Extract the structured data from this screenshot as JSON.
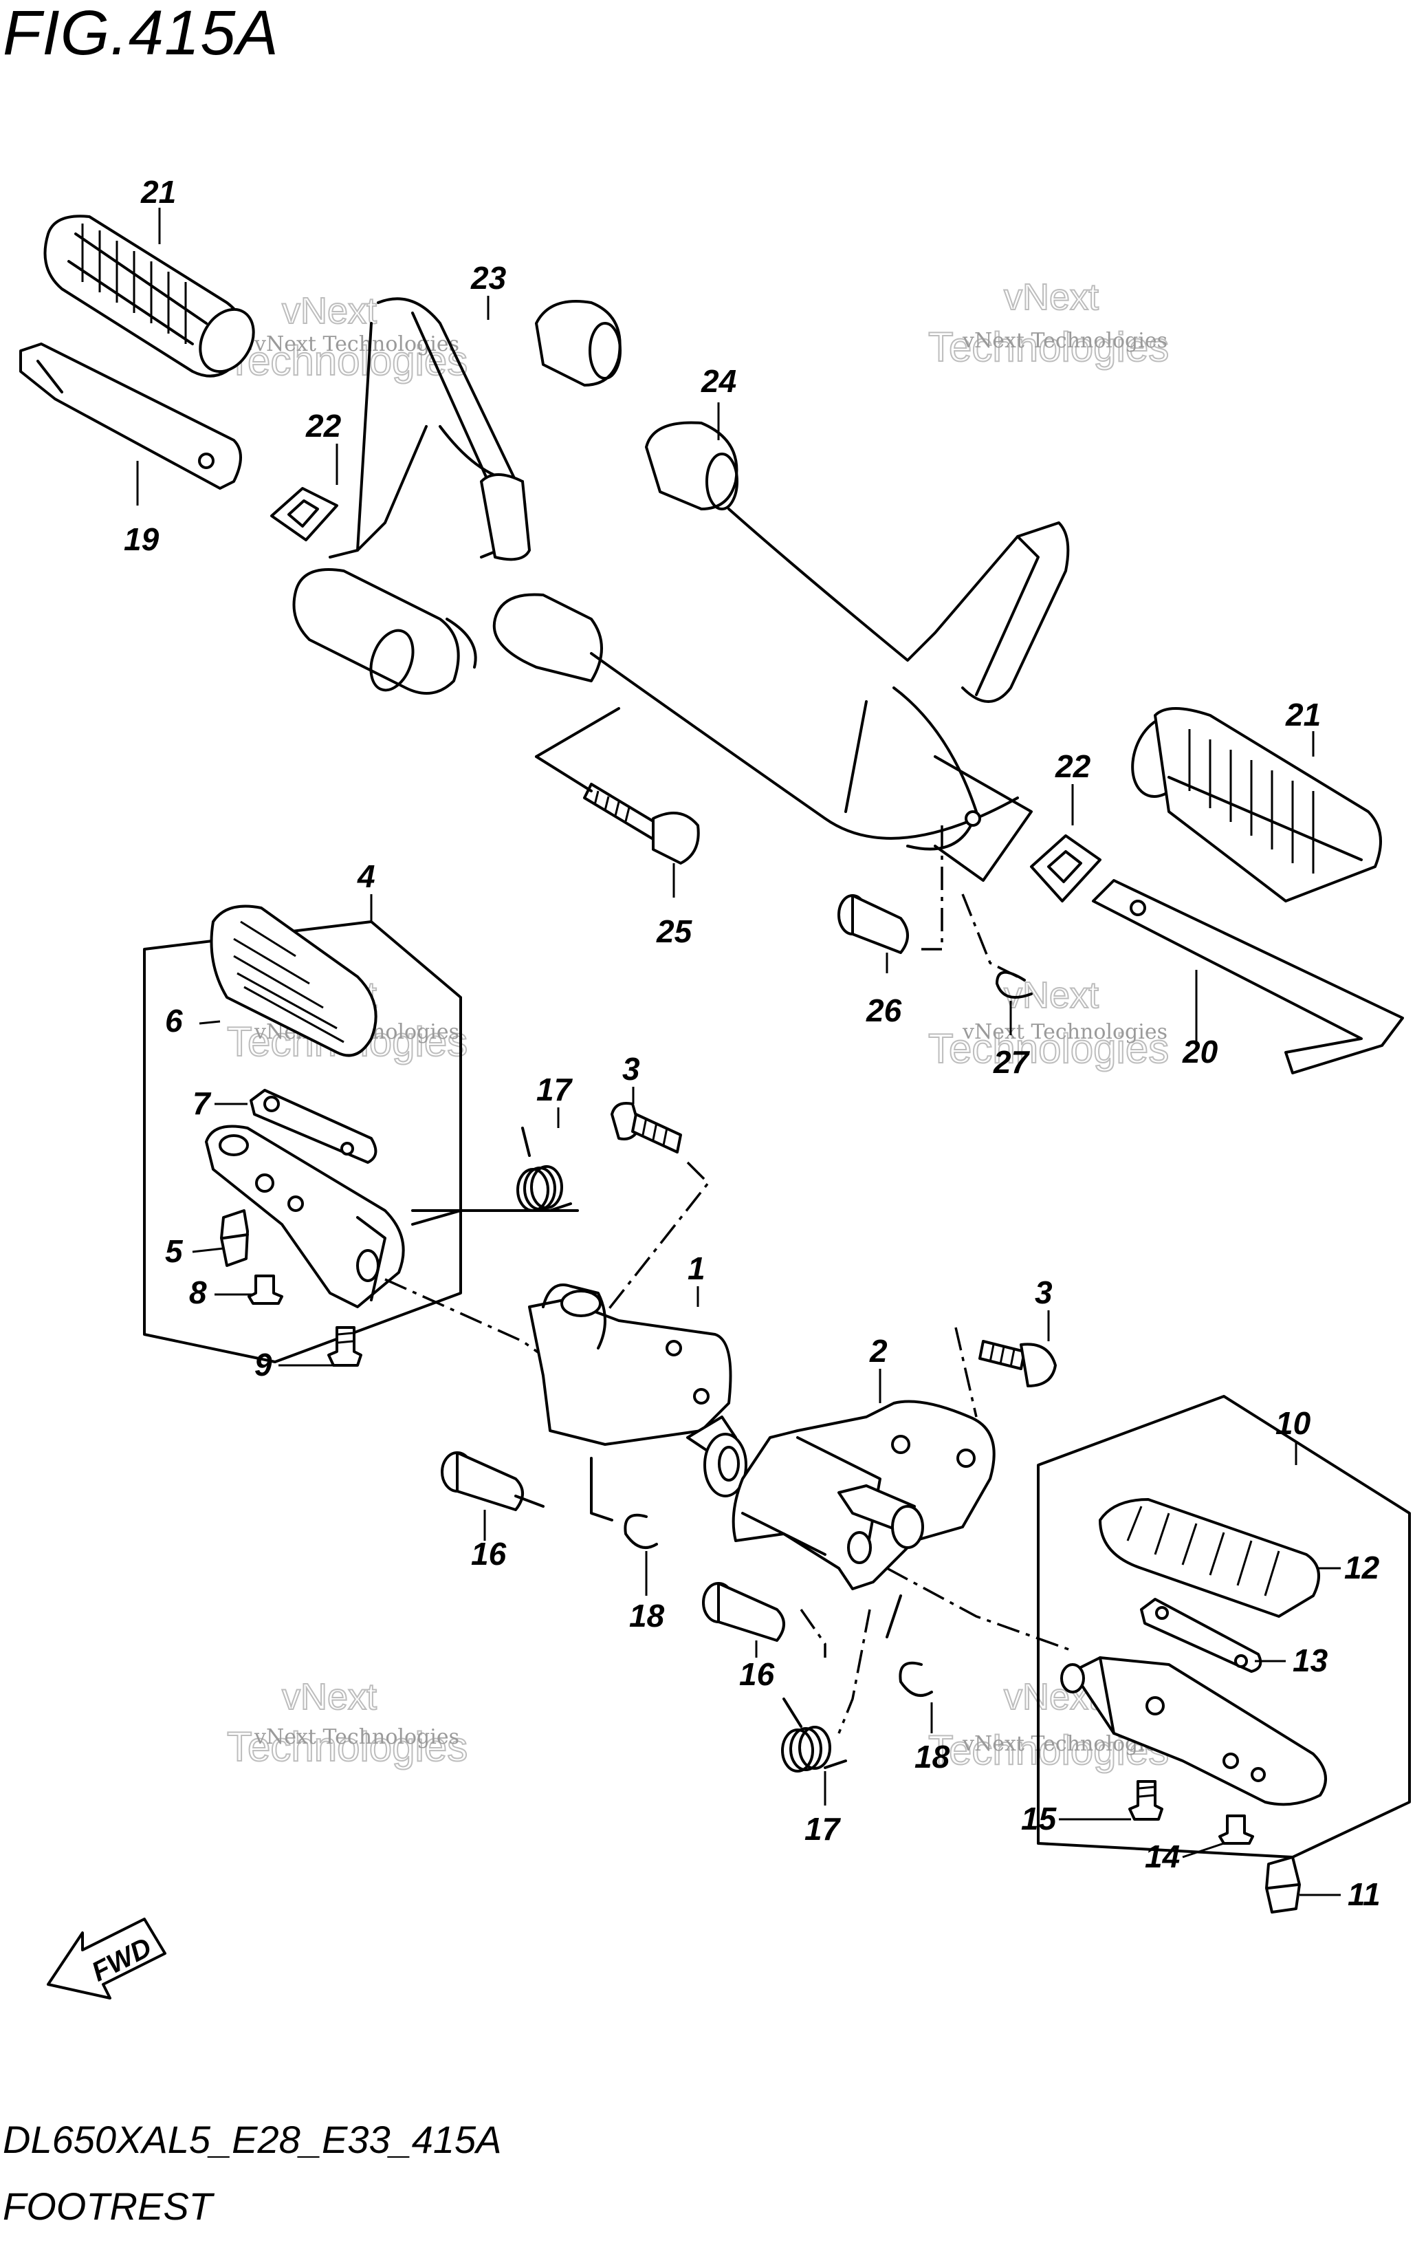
{
  "figure": {
    "title": "FIG.415A",
    "model_code": "DL650XAL5_E28_E33_415A",
    "name": "FOOTREST"
  },
  "watermark": {
    "line1": "vNext Technologies",
    "outline_top": "vNext",
    "outline_bottom": "Technologies"
  },
  "direction_arrow": "FWD",
  "parts": [
    {
      "id": "1"
    },
    {
      "id": "2"
    },
    {
      "id": "3"
    },
    {
      "id": "3"
    },
    {
      "id": "4"
    },
    {
      "id": "5"
    },
    {
      "id": "6"
    },
    {
      "id": "7"
    },
    {
      "id": "8"
    },
    {
      "id": "9"
    },
    {
      "id": "10"
    },
    {
      "id": "11"
    },
    {
      "id": "12"
    },
    {
      "id": "13"
    },
    {
      "id": "14"
    },
    {
      "id": "15"
    },
    {
      "id": "16"
    },
    {
      "id": "16"
    },
    {
      "id": "17"
    },
    {
      "id": "17"
    },
    {
      "id": "18"
    },
    {
      "id": "18"
    },
    {
      "id": "19"
    },
    {
      "id": "20"
    },
    {
      "id": "21"
    },
    {
      "id": "21"
    },
    {
      "id": "22"
    },
    {
      "id": "22"
    },
    {
      "id": "23"
    },
    {
      "id": "24"
    },
    {
      "id": "25"
    },
    {
      "id": "26"
    },
    {
      "id": "27"
    }
  ],
  "colors": {
    "line": "#000000",
    "background": "#ffffff",
    "watermark": "#9a9a9a"
  }
}
